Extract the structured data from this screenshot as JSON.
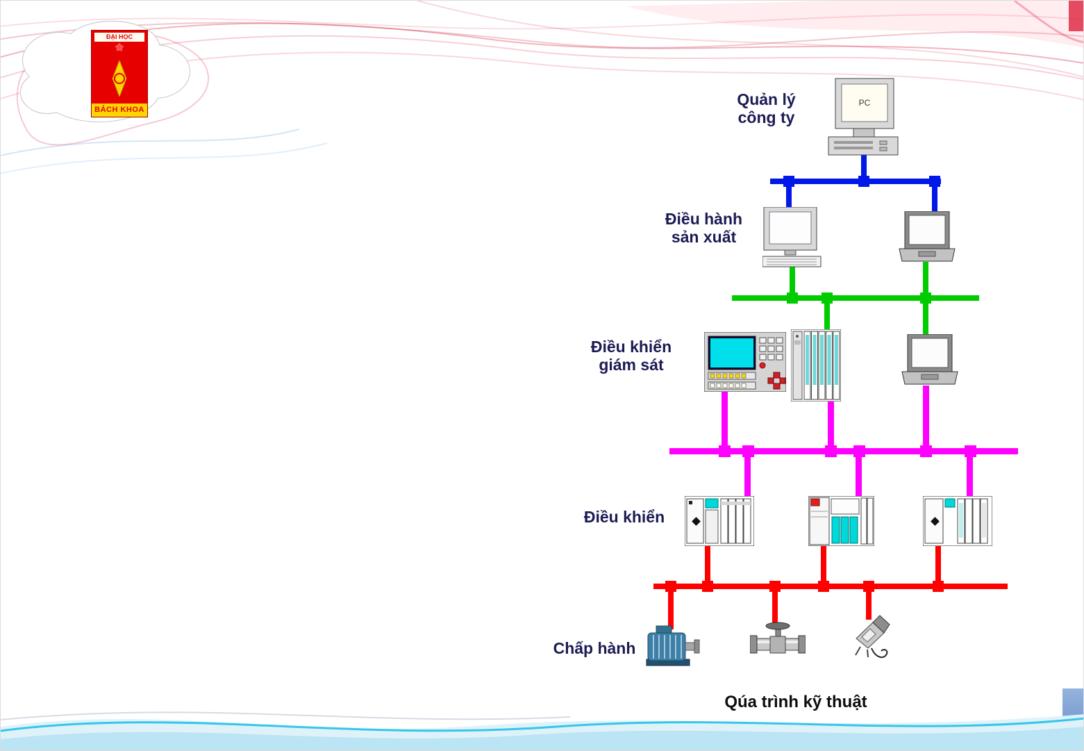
{
  "colors": {
    "bus_blue": "#0018E8",
    "bus_green": "#00CC00",
    "bus_magenta": "#FF00FF",
    "bus_red": "#FF0000",
    "label_navy": "#1B1B55",
    "logo_red": "#E60000",
    "logo_yellow": "#FFD500"
  },
  "logo": {
    "star_icon": "★",
    "line1": "ĐẠI HỌC",
    "line2": "BÁCH KHOA"
  },
  "diagram": {
    "pc_label": "PC",
    "process_label": "Qúa trình kỹ thuật",
    "levels": [
      {
        "name": "company-management",
        "label": [
          "Quản lý",
          "công ty"
        ]
      },
      {
        "name": "production-operation",
        "label": [
          "Điều hành",
          "sản xuất"
        ]
      },
      {
        "name": "supervisory-control",
        "label": [
          "Điều khiển",
          "giám sát"
        ]
      },
      {
        "name": "control",
        "label": [
          "Điều khiển"
        ]
      },
      {
        "name": "actuation",
        "label": [
          "Chấp hành"
        ]
      }
    ]
  }
}
